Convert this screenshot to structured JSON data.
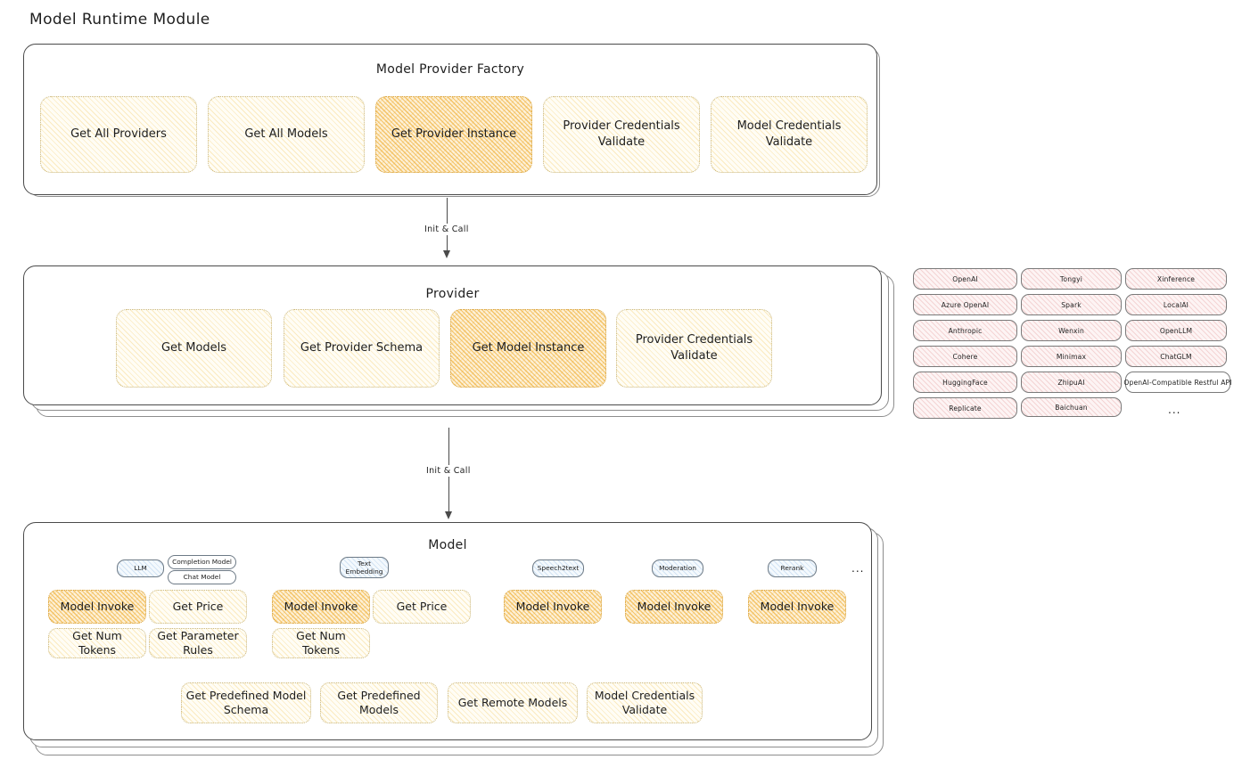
{
  "page": {
    "heading": "Model Runtime Module"
  },
  "factory": {
    "title": "Model Provider Factory",
    "cards": [
      {
        "label": "Get All Providers",
        "highlight": false
      },
      {
        "label": "Get All Models",
        "highlight": false
      },
      {
        "label": "Get Provider Instance",
        "highlight": true
      },
      {
        "label": "Provider Credentials Validate",
        "highlight": false
      },
      {
        "label": "Model Credentials Validate",
        "highlight": false
      }
    ]
  },
  "arrows": {
    "first_label": "Init & Call",
    "second_label": "Init & Call"
  },
  "provider": {
    "title": "Provider",
    "cards": [
      {
        "label": "Get Models",
        "highlight": false
      },
      {
        "label": "Get Provider Schema",
        "highlight": false
      },
      {
        "label": "Get Model Instance",
        "highlight": true
      },
      {
        "label": "Provider Credentials Validate",
        "highlight": false
      }
    ]
  },
  "provider_list": {
    "column1": [
      "OpenAI",
      "Azure OpenAI",
      "Anthropic",
      "Cohere",
      "HuggingFace",
      "Replicate"
    ],
    "column2": [
      "Tongyi",
      "Spark",
      "Wenxin",
      "Minimax",
      "ZhipuAI",
      "Baichuan"
    ],
    "column3": [
      "Xinference",
      "LocalAI",
      "OpenLLM",
      "ChatGLM",
      "OpenAI-Compatible Restful API"
    ],
    "more": "..."
  },
  "model": {
    "title": "Model",
    "more": "...",
    "types": [
      {
        "badge": "LLM",
        "sub_badges": [
          "Completion Model",
          "Chat Model"
        ],
        "methods": [
          {
            "label": "Model Invoke",
            "highlight": true
          },
          {
            "label": "Get Price",
            "highlight": false
          },
          {
            "label": "Get Num Tokens",
            "highlight": false
          },
          {
            "label": "Get Parameter Rules",
            "highlight": false
          }
        ]
      },
      {
        "badge": "Text\nEmbedding",
        "sub_badges": [],
        "methods": [
          {
            "label": "Model Invoke",
            "highlight": true
          },
          {
            "label": "Get Price",
            "highlight": false
          },
          {
            "label": "Get Num Tokens",
            "highlight": false
          }
        ]
      },
      {
        "badge": "Speech2text",
        "sub_badges": [],
        "methods": [
          {
            "label": "Model Invoke",
            "highlight": true
          }
        ]
      },
      {
        "badge": "Moderation",
        "sub_badges": [],
        "methods": [
          {
            "label": "Model Invoke",
            "highlight": true
          }
        ]
      },
      {
        "badge": "Rerank",
        "sub_badges": [],
        "methods": [
          {
            "label": "Model Invoke",
            "highlight": true
          }
        ]
      }
    ],
    "common_methods": [
      "Get Predefined Model Schema",
      "Get Predefined Models",
      "Get Remote Models",
      "Model Credentials Validate"
    ]
  },
  "colors": {
    "highlight_fill": "#f5c778",
    "light_fill": "#fdf3d7",
    "provider_pill_fill": "#fbe9e9",
    "badge_fill": "#e8f1fa",
    "stroke": "#4a4a4a"
  }
}
